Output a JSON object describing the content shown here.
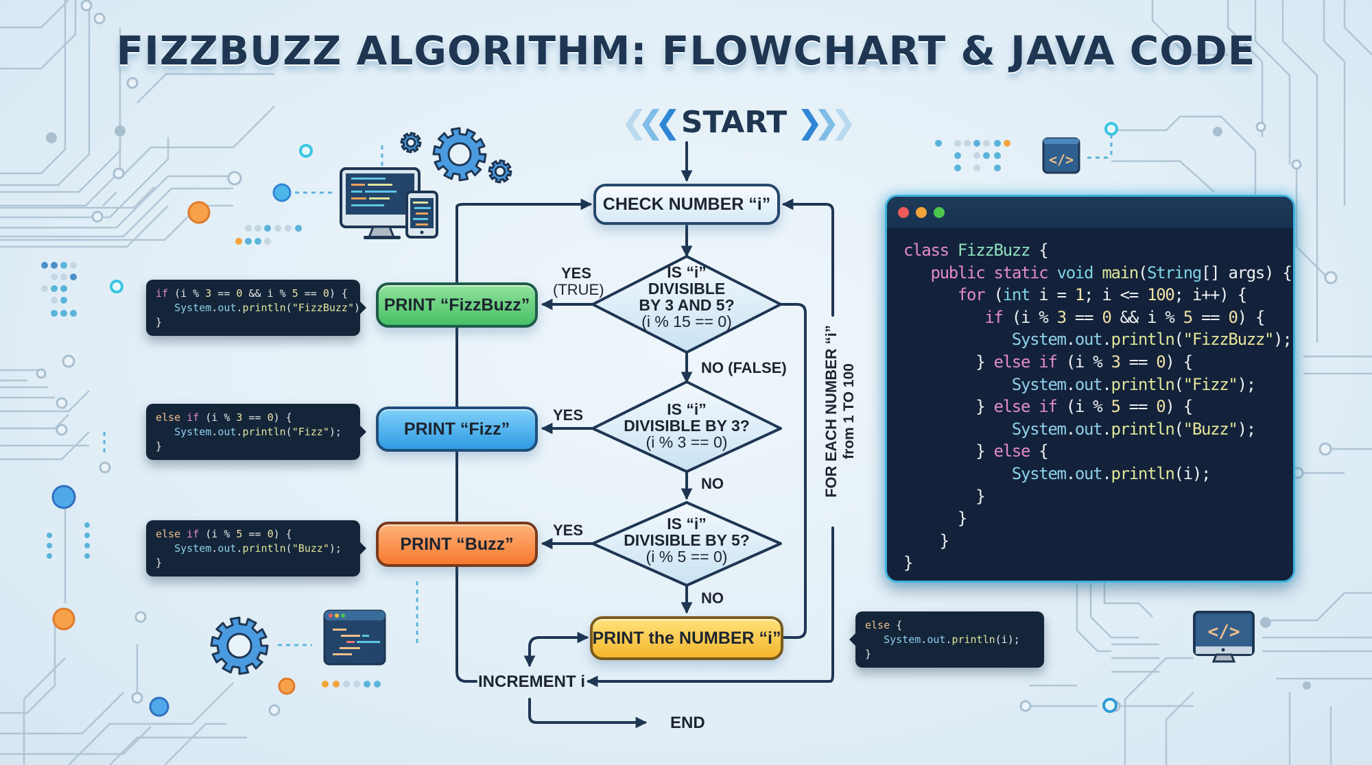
{
  "title": "FIZZBUZZ ALGORITHM: FLOWCHART & JAVA CODE",
  "colors": {
    "accent": "#2f8fd8",
    "fizzbuzz_node": "#48c066",
    "fizz_node": "#2f9be4",
    "buzz_node": "#f57a2e",
    "number_node": "#f4b62e",
    "code_bg": "#13223a",
    "code_glow": "#3fb3df"
  },
  "flowchart": {
    "start": {
      "label": "START",
      "left_icon": "double-chevron-left-icon",
      "right_icon": "double-chevron-right-icon"
    },
    "check": {
      "label": "CHECK NUMBER “i”"
    },
    "decisions": [
      {
        "line1": "IS “i”",
        "line2": "DIVISIBLE",
        "line3": "BY 3 AND 5?",
        "expr": "(i % 15 == 0)",
        "yes_label": "YES",
        "yes_sub": "(TRUE)",
        "no_label": "NO (FALSE)"
      },
      {
        "line1": "IS “i”",
        "line2": "DIVISIBLE BY 3?",
        "expr": "(i % 3 == 0)",
        "yes_label": "YES",
        "no_label": "NO"
      },
      {
        "line1": "IS “i”",
        "line2": "DIVISIBLE BY 5?",
        "expr": "(i % 5 == 0)",
        "yes_label": "YES",
        "no_label": "NO"
      }
    ],
    "outputs": {
      "fizzbuzz": "PRINT “FizzBuzz”",
      "fizz": "PRINT “Fizz”",
      "buzz": "PRINT “Buzz”",
      "number": "PRINT the NUMBER “i”"
    },
    "increment": "INCREMENT i",
    "end": "END",
    "loop_label": {
      "line1": "FOR EACH NUMBER “i”",
      "line2": "from 1 TO 100"
    }
  },
  "snippets": [
    {
      "name": "fizzbuzz",
      "lines": [
        "if (i % 3 == 0 && i % 5 == 0) {",
        "   System.out.println(\"FizzBuzz\");",
        "}"
      ]
    },
    {
      "name": "fizz",
      "lines": [
        "else if (i % 3 == 0) {",
        "   System.out.println(\"Fizz\");",
        "}"
      ]
    },
    {
      "name": "buzz",
      "lines": [
        "else if (i % 5 == 0) {",
        "   System.out.println(\"Buzz\");",
        "}"
      ]
    },
    {
      "name": "number",
      "lines": [
        "else {",
        "   System.out.println(i);",
        "}"
      ]
    }
  ],
  "code_window": {
    "window_dots": [
      "#ef5b5b",
      "#f2a33a",
      "#4cc54f"
    ],
    "lines": [
      "class FizzBuzz {",
      "   public static void main(String[] args) {",
      "      for (int i = 1; i <= 100; i++) {",
      "         if (i % 3 == 0 && i % 5 == 0) {",
      "            System.out.println(\"FizzBuzz\");",
      "        } else if (i % 3 == 0) {",
      "            System.out.println(\"Fizz\");",
      "        } else if (i % 5 == 0) {",
      "            System.out.println(\"Buzz\");",
      "        } else {",
      "            System.out.println(i);",
      "        }",
      "      }",
      "    }",
      "}"
    ]
  },
  "decorations": {
    "icons": [
      "desktop-code-icon",
      "tablet-code-icon",
      "gear-icon",
      "code-window-icon",
      "code-brackets-icon",
      "monitor-code-icon"
    ]
  }
}
